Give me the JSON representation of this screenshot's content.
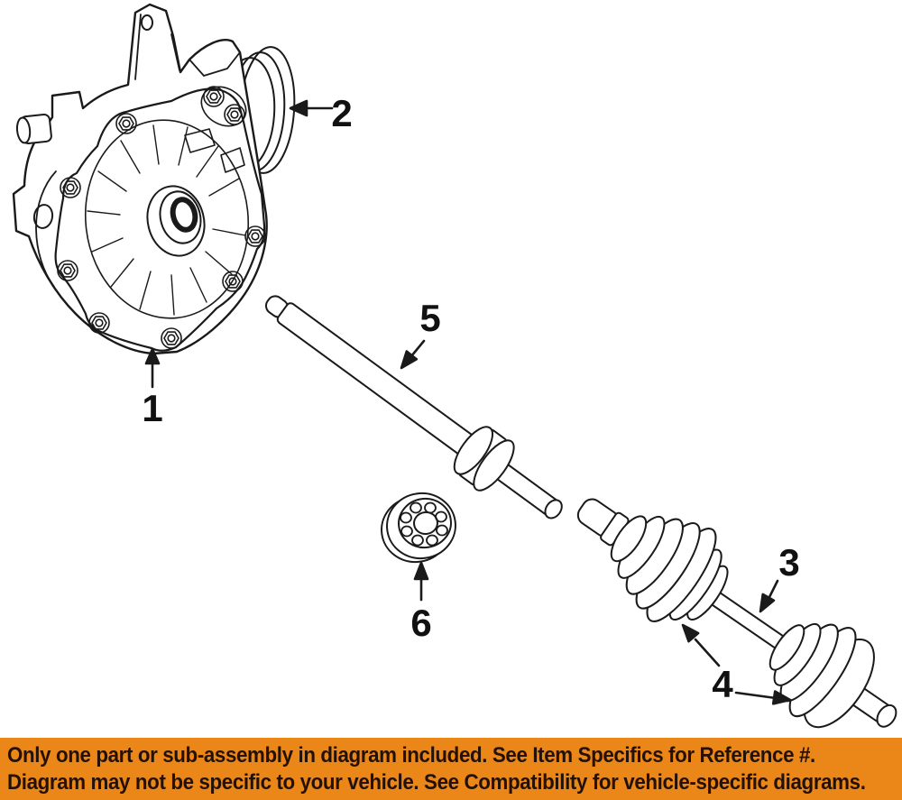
{
  "banner": {
    "line1": "Only one part or sub-assembly in diagram included. See Item Specifics for Reference #.",
    "line2": "Diagram may not be specific to your vehicle. See Compatibility for vehicle-specific diagrams.",
    "background_color": "#EA8718",
    "text_color": "#241104"
  },
  "diagram": {
    "ink_color": "#1A1A1A",
    "background_color": "#FFFFFF",
    "callouts": {
      "c1": "1",
      "c2": "2",
      "c3": "3",
      "c4": "4",
      "c5": "5",
      "c6": "6"
    }
  }
}
